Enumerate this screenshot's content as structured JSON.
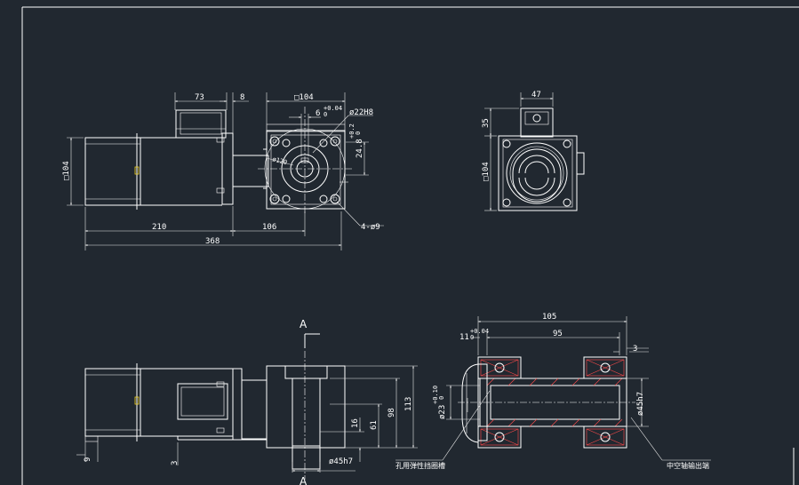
{
  "colors": {
    "background": "#212830",
    "line": "#ffffff",
    "hatch": "#ff4b4b",
    "accent": "#f0d020"
  },
  "view_front": {
    "dim_73": "73",
    "dim_8": "8",
    "dim_square_top": "□104",
    "dim_6": "6",
    "dim_6_tol": "+0.04",
    "dim_6_tol2": "0",
    "dim_bore": "ø22H8",
    "dim_24_8": "24.8",
    "dim_24_8_tol": "+0.2",
    "dim_24_8_tol2": "0",
    "dim_pcd": "ø120",
    "dim_square_left": "□104",
    "dim_210": "210",
    "dim_106": "106",
    "dim_368": "368",
    "dim_holes": "4-ø9"
  },
  "view_side": {
    "dim_47": "47",
    "dim_35": "35",
    "dim_square": "□104"
  },
  "view_bottom": {
    "section_mark": "A",
    "dim_98": "98",
    "dim_113": "113",
    "dim_61": "61",
    "dim_16": "16",
    "dim_9": "9",
    "dim_3": "3",
    "dim_shaft": "ø45h7"
  },
  "view_section": {
    "dim_105": "105",
    "dim_95": "95",
    "dim_3": "3",
    "dim_11": "11",
    "dim_11_tol": "+0.04",
    "dim_11_tol2": "0",
    "dim_bore": "ø23",
    "dim_bore_tol": "+0.10",
    "dim_bore_tol2": "0",
    "dim_shaft": "ø45h7",
    "note_left": "孔用弹性挡圈槽",
    "note_right": "中空轴输出端"
  }
}
